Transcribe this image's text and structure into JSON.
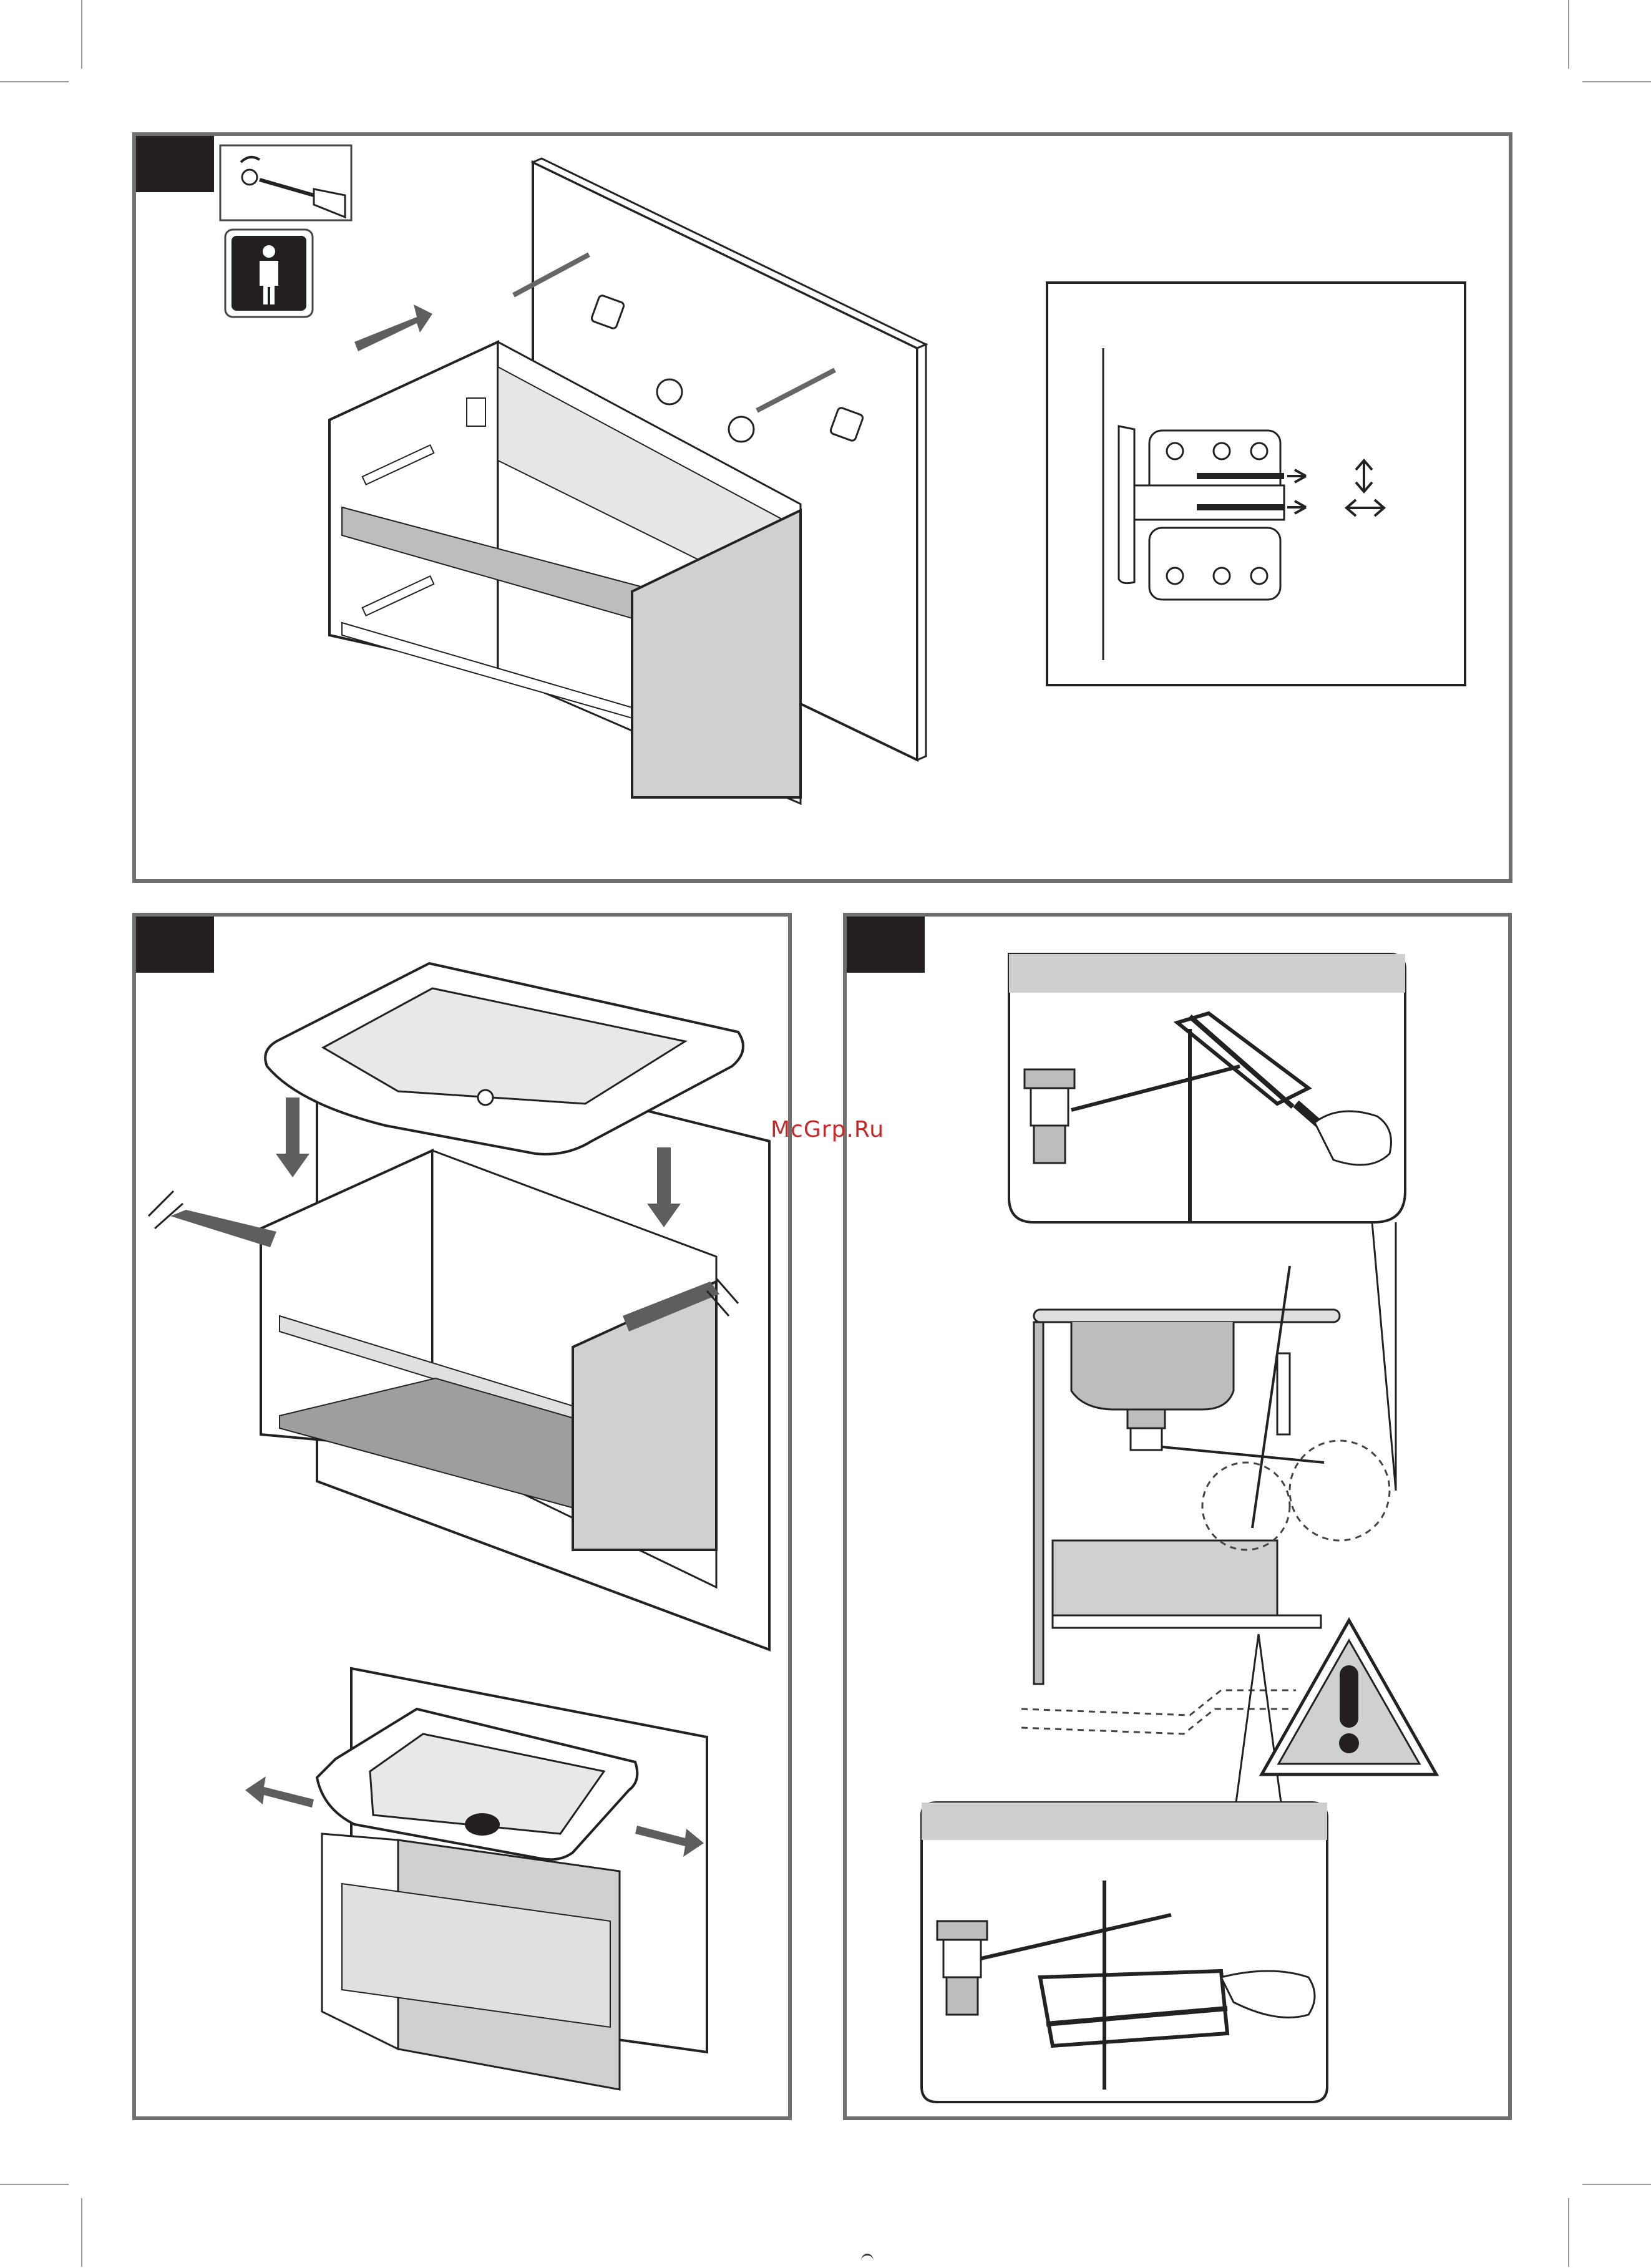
{
  "watermark": {
    "text": "McGrp.Ru",
    "color": "#c62828"
  },
  "colors": {
    "frame": "#6f6f6f",
    "tab": "#231f20",
    "arrow": "#5e5e5e",
    "shade": "#bdbdbd",
    "warning_fill": "#d0d0d0"
  },
  "panels": [
    {
      "id": "step-1",
      "icons": [
        "screwdriver-icon",
        "one-person-icon"
      ],
      "inset": "bracket-adjustment-detail"
    },
    {
      "id": "step-2",
      "icons": []
    },
    {
      "id": "step-3",
      "icons": [
        "warning-icon"
      ],
      "insets": [
        "saw-cut-top-detail",
        "saw-cut-bottom-detail"
      ]
    }
  ]
}
